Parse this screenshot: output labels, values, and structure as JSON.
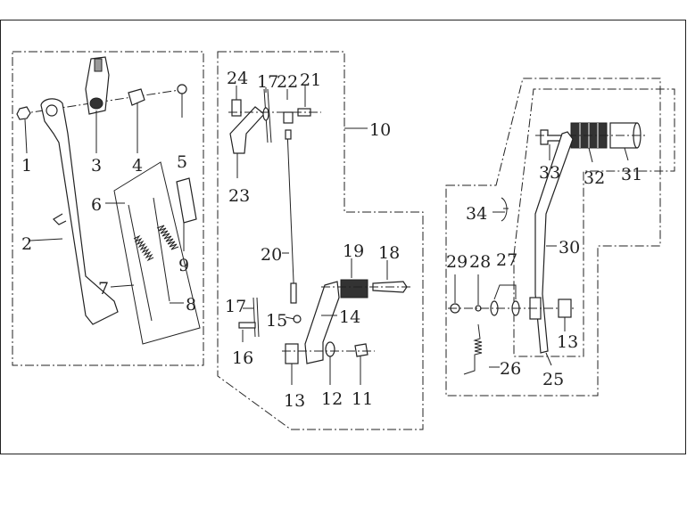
{
  "diagram": {
    "callouts": {
      "c1": "1",
      "c2": "2",
      "c3": "3",
      "c4": "4",
      "c5": "5",
      "c6": "6",
      "c7": "7",
      "c8": "8",
      "c9": "9",
      "c10": "10",
      "c11": "11",
      "c12": "12",
      "c13a": "13",
      "c13b": "13",
      "c14": "14",
      "c15": "15",
      "c16": "16",
      "c17a": "17",
      "c17b": "17",
      "c18": "18",
      "c19": "19",
      "c20": "20",
      "c21": "21",
      "c22": "22",
      "c23": "23",
      "c24": "24",
      "c25": "25",
      "c26": "26",
      "c27": "27",
      "c28": "28",
      "c29": "29",
      "c30": "30",
      "c31": "31",
      "c32": "32",
      "c33": "33",
      "c34": "34"
    }
  }
}
